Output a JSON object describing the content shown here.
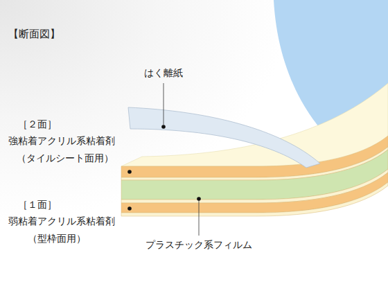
{
  "diagram": {
    "title": "【断面図】",
    "labels": [
      "はく離紙",
      "［２面］",
      "強粘着アクリル系粘着剤",
      "（タイルシート面用）",
      "［１面］",
      "弱粘着アクリル系粘着剤",
      "（型枠面用）",
      "プラスチック系フィルム"
    ]
  }
}
